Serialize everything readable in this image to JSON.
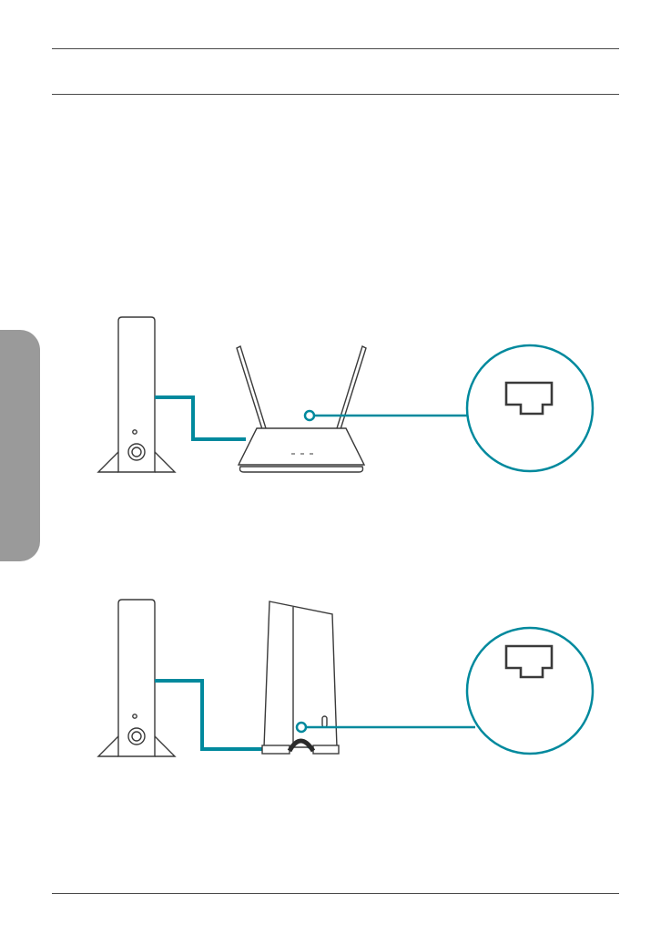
{
  "page": {
    "header_text": "",
    "side_tab_label": "",
    "footer_text": ""
  },
  "figures": [
    {
      "id": "figure-router",
      "device": "router",
      "port_icon": "ethernet-port-icon"
    },
    {
      "id": "figure-tower",
      "device": "tower-router",
      "port_icon": "ethernet-port-icon"
    }
  ],
  "colors": {
    "cable": "#00899d",
    "outline": "#3a3a3a",
    "side_tab": "#9a9a9a",
    "rule": "#4a4a4a"
  }
}
